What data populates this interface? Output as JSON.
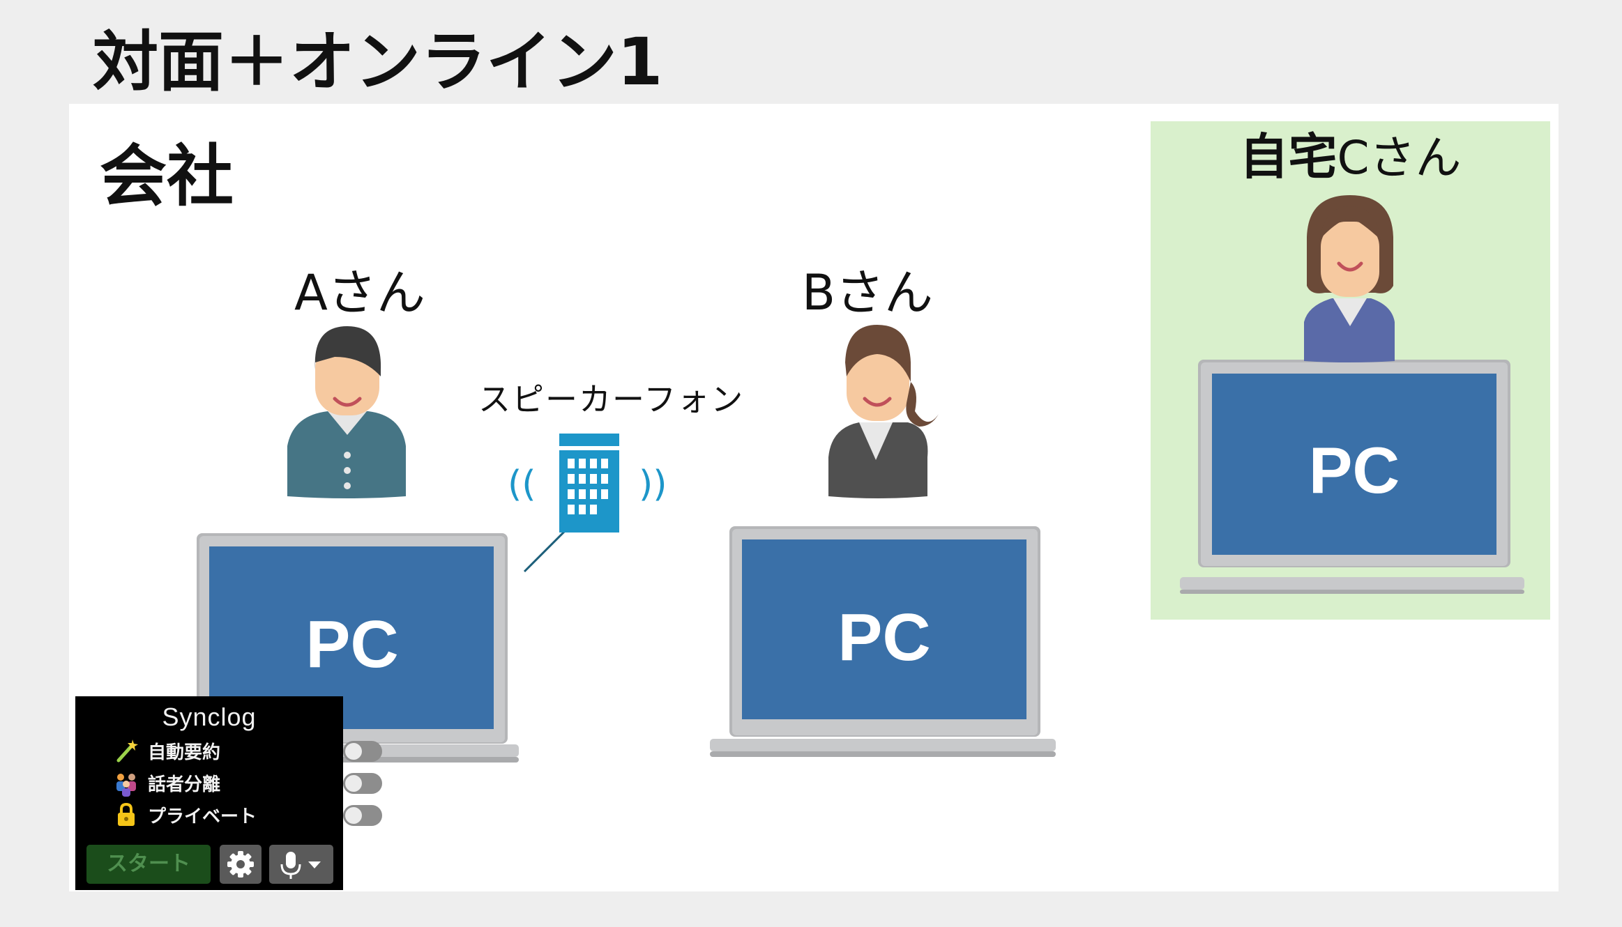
{
  "title": "対面＋オンライン1",
  "office": {
    "label": "会社",
    "person_a": "Aさん",
    "person_b": "Bさん",
    "speakerphone_label": "スピーカーフォン",
    "speakerphone_waves_left": "((",
    "speakerphone_waves_right": "))",
    "pc_a": "PC",
    "pc_b": "PC"
  },
  "home": {
    "label_bold": "自宅",
    "label_person": "Cさん",
    "pc_c": "PC"
  },
  "synclog": {
    "title": "Synclog",
    "options": [
      {
        "label": "自動要約",
        "icon": "magic-wand-icon",
        "enabled": false
      },
      {
        "label": "話者分離",
        "icon": "people-icon",
        "enabled": false
      },
      {
        "label": "プライベート",
        "icon": "lock-icon",
        "enabled": false
      }
    ],
    "start_label": "スタート"
  },
  "colors": {
    "pc_screen": "#3a70a8",
    "laptop_frame": "#c8c9cb",
    "home_panel": "#d9f0cc",
    "speakerphone": "#1d96c9",
    "person_a_shirt": "#467585",
    "person_b_shirt": "#505050",
    "person_c_shirt": "#5a6aa8",
    "skin": "#f6c9a0",
    "hair_dark": "#3c3c3c",
    "hair_brown": "#6b4a38"
  }
}
